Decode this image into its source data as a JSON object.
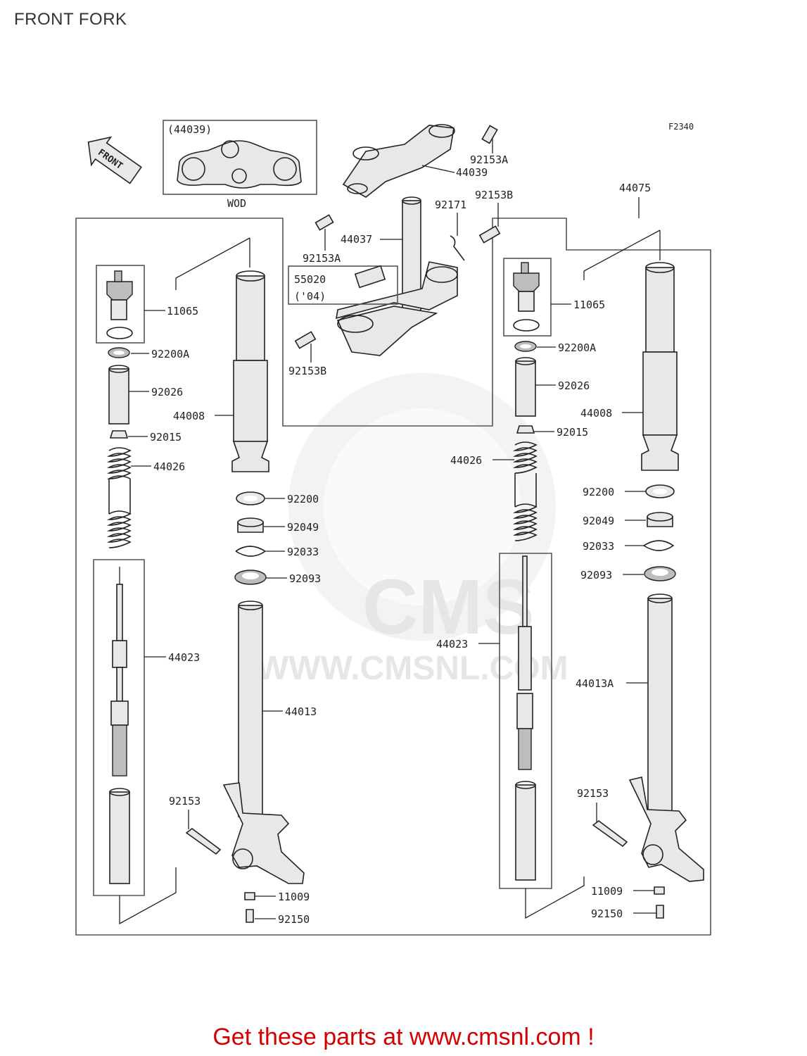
{
  "page_title": "FRONT FORK",
  "figure_code": "F2340",
  "front_label": "FRONT",
  "inset": {
    "title": "(44039)",
    "caption": "WOD"
  },
  "labels": {
    "p92153A_top": "92153A",
    "p44039": "44039",
    "p92153B_top": "92153B",
    "p92171": "92171",
    "p44037": "44037",
    "p92153A_bot": "92153A",
    "p55020": "55020",
    "p55020_year": "('04)",
    "p92153B_bot": "92153B",
    "p44075": "44075",
    "L11065": "11065",
    "L92200A": "92200A",
    "L92026": "92026",
    "L44008": "44008",
    "L92015": "92015",
    "L44026": "44026",
    "L92200": "92200",
    "L92049": "92049",
    "L92033": "92033",
    "L92093": "92093",
    "L44023": "44023",
    "L44013": "44013",
    "L92153": "92153",
    "L11009": "11009",
    "L92150": "92150",
    "R11065": "11065",
    "R92200A": "92200A",
    "R92026": "92026",
    "R44008": "44008",
    "R92015": "92015",
    "R44026": "44026",
    "R92200": "92200",
    "R92049": "92049",
    "R92033": "92033",
    "R92093": "92093",
    "R44023": "44023",
    "R44013A": "44013A",
    "R92153": "92153",
    "R11009": "11009",
    "R92150": "92150"
  },
  "watermark": "WWW.CMSNL.COM",
  "watermark_logo": "CMS",
  "promo_text": "Get these parts at www.cmsnl.com !"
}
